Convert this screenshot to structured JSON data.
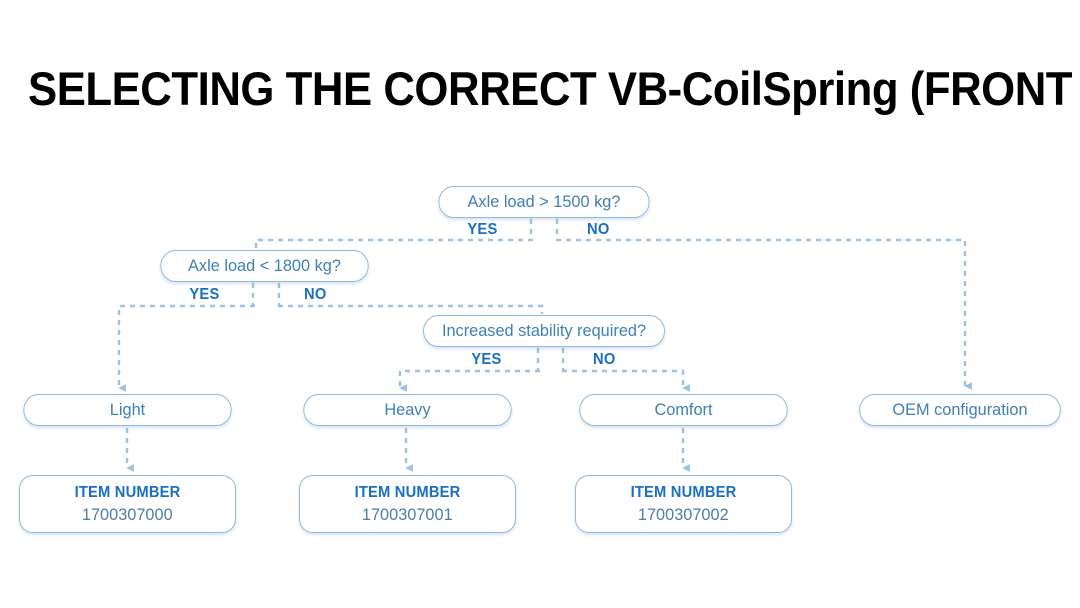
{
  "page": {
    "title": "SELECTING THE CORRECT VB-CoilSpring (FRONT AXLE)",
    "background_color": "#ffffff",
    "accent_color": "#1b6fc2",
    "node_border_color": "#8fb9de",
    "node_text_color": "#3f7fb5",
    "connector_color": "#9cc2e3"
  },
  "chart_data": {
    "type": "diagram",
    "title": "SELECTING THE CORRECT VB-CoilSpring (FRONT AXLE)",
    "nodes": [
      {
        "id": "d1",
        "kind": "decision",
        "label": "Axle load > 1500 kg?"
      },
      {
        "id": "d2",
        "kind": "decision",
        "label": "Axle load < 1800 kg?"
      },
      {
        "id": "d3",
        "kind": "decision",
        "label": "Increased stability required?"
      },
      {
        "id": "light",
        "kind": "outcome",
        "label": "Light"
      },
      {
        "id": "heavy",
        "kind": "outcome",
        "label": "Heavy"
      },
      {
        "id": "comfort",
        "kind": "outcome",
        "label": "Comfort"
      },
      {
        "id": "oem",
        "kind": "outcome",
        "label": "OEM configuration"
      },
      {
        "id": "item1",
        "kind": "result",
        "label": "ITEM NUMBER",
        "value": "1700307000"
      },
      {
        "id": "item2",
        "kind": "result",
        "label": "ITEM NUMBER",
        "value": "1700307001"
      },
      {
        "id": "item3",
        "kind": "result",
        "label": "ITEM NUMBER",
        "value": "1700307002"
      }
    ],
    "edges": [
      {
        "from": "d1",
        "to": "d2",
        "label": "YES"
      },
      {
        "from": "d1",
        "to": "oem",
        "label": "NO"
      },
      {
        "from": "d2",
        "to": "light",
        "label": "YES"
      },
      {
        "from": "d2",
        "to": "d3",
        "label": "NO"
      },
      {
        "from": "d3",
        "to": "heavy",
        "label": "YES"
      },
      {
        "from": "d3",
        "to": "comfort",
        "label": "NO"
      },
      {
        "from": "light",
        "to": "item1",
        "label": ""
      },
      {
        "from": "heavy",
        "to": "item2",
        "label": ""
      },
      {
        "from": "comfort",
        "to": "item3",
        "label": ""
      }
    ]
  },
  "decisions": {
    "d1": {
      "label": "Axle load > 1500 kg?",
      "yes": "YES",
      "no": "NO"
    },
    "d2": {
      "label": "Axle load < 1800 kg?",
      "yes": "YES",
      "no": "NO"
    },
    "d3": {
      "label": "Increased stability required?",
      "yes": "YES",
      "no": "NO"
    }
  },
  "outcomes": {
    "light": "Light",
    "heavy": "Heavy",
    "comfort": "Comfort",
    "oem": "OEM configuration"
  },
  "items": {
    "item1": {
      "label": "ITEM NUMBER",
      "value": "1700307000"
    },
    "item2": {
      "label": "ITEM NUMBER",
      "value": "1700307001"
    },
    "item3": {
      "label": "ITEM NUMBER",
      "value": "1700307002"
    }
  }
}
